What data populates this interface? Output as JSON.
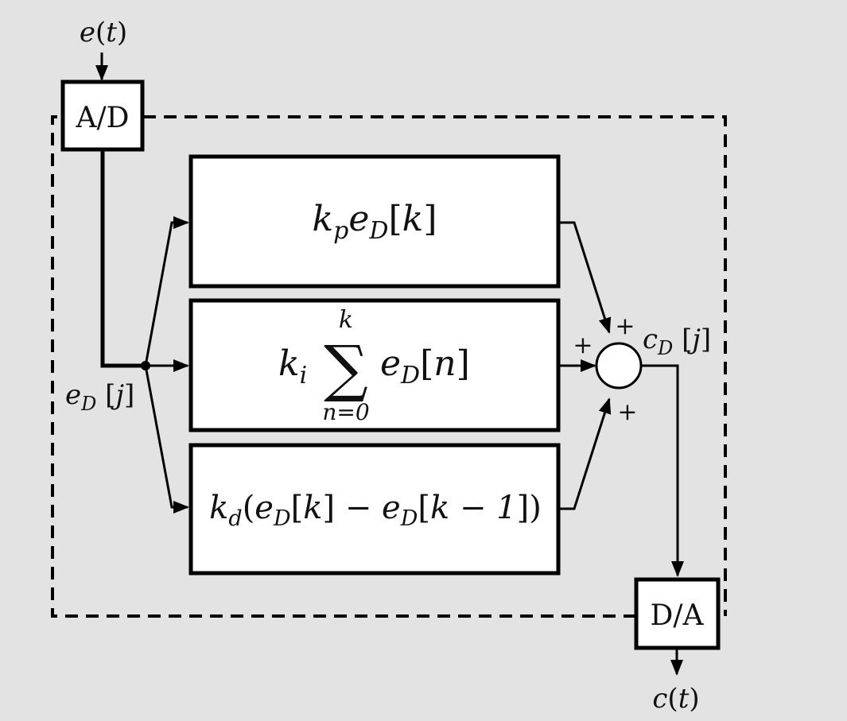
{
  "input_signal": {
    "name": "e",
    "arg": "t"
  },
  "output_signal": {
    "name": "c",
    "arg": "t"
  },
  "adc": {
    "label": "A/D"
  },
  "dac": {
    "label": "D/A"
  },
  "sampled_error": {
    "name": "e",
    "sub": "D",
    "index": "j"
  },
  "controller_output": {
    "name": "c",
    "sub": "D",
    "index": "j"
  },
  "proportional": {
    "gain": "k",
    "gain_sub": "p",
    "sig": "e",
    "sig_sub": "D",
    "index": "k"
  },
  "integral": {
    "gain": "k",
    "gain_sub": "i",
    "sum_symbol": "∑",
    "upper": "k",
    "lower": "n=0",
    "sig": "e",
    "sig_sub": "D",
    "index": "n"
  },
  "derivative": {
    "gain": "k",
    "gain_sub": "d",
    "sig": "e",
    "sig_sub": "D",
    "index_a": "k",
    "minus": "−",
    "index_b": "k − 1"
  },
  "summing_junction": {
    "sign_top": "+",
    "sign_left": "+",
    "sign_bottom": "+"
  }
}
